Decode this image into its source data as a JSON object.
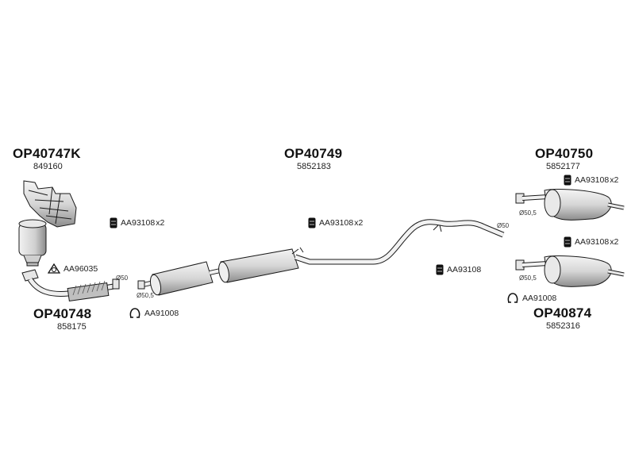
{
  "parts": {
    "manifold": {
      "code": "OP40747K",
      "number": "849160"
    },
    "front_pipe": {
      "code": "OP40748",
      "number": "858175"
    },
    "middle": {
      "code": "OP40749",
      "number": "5852183"
    },
    "rear_upper": {
      "code": "OP40750",
      "number": "5852177"
    },
    "rear_lower": {
      "code": "OP40874",
      "number": "5852316"
    }
  },
  "accessories": {
    "mount_left": "AA93108",
    "mount_left_qty": "x2",
    "gasket": "AA96035",
    "clamp_left": "AA91008",
    "mount_mid": "AA93108",
    "mount_mid_qty": "x2",
    "mount_single": "AA93108",
    "mount_rear_upper": "AA93108",
    "mount_rear_upper_qty": "x2",
    "mount_rear_lower": "AA93108",
    "mount_rear_lower_qty": "x2",
    "clamp_right": "AA91008"
  },
  "diameters": {
    "front_pipe_end": "Ø50",
    "middle_inlet": "Ø50,5",
    "middle_outlet": "Ø50",
    "rear_upper_inlet": "Ø50,5",
    "rear_lower_inlet": "Ø50,5"
  },
  "colors": {
    "ink": "#1a1a1a",
    "shade": "#d8d8d8",
    "mid": "#9a9a9a"
  }
}
